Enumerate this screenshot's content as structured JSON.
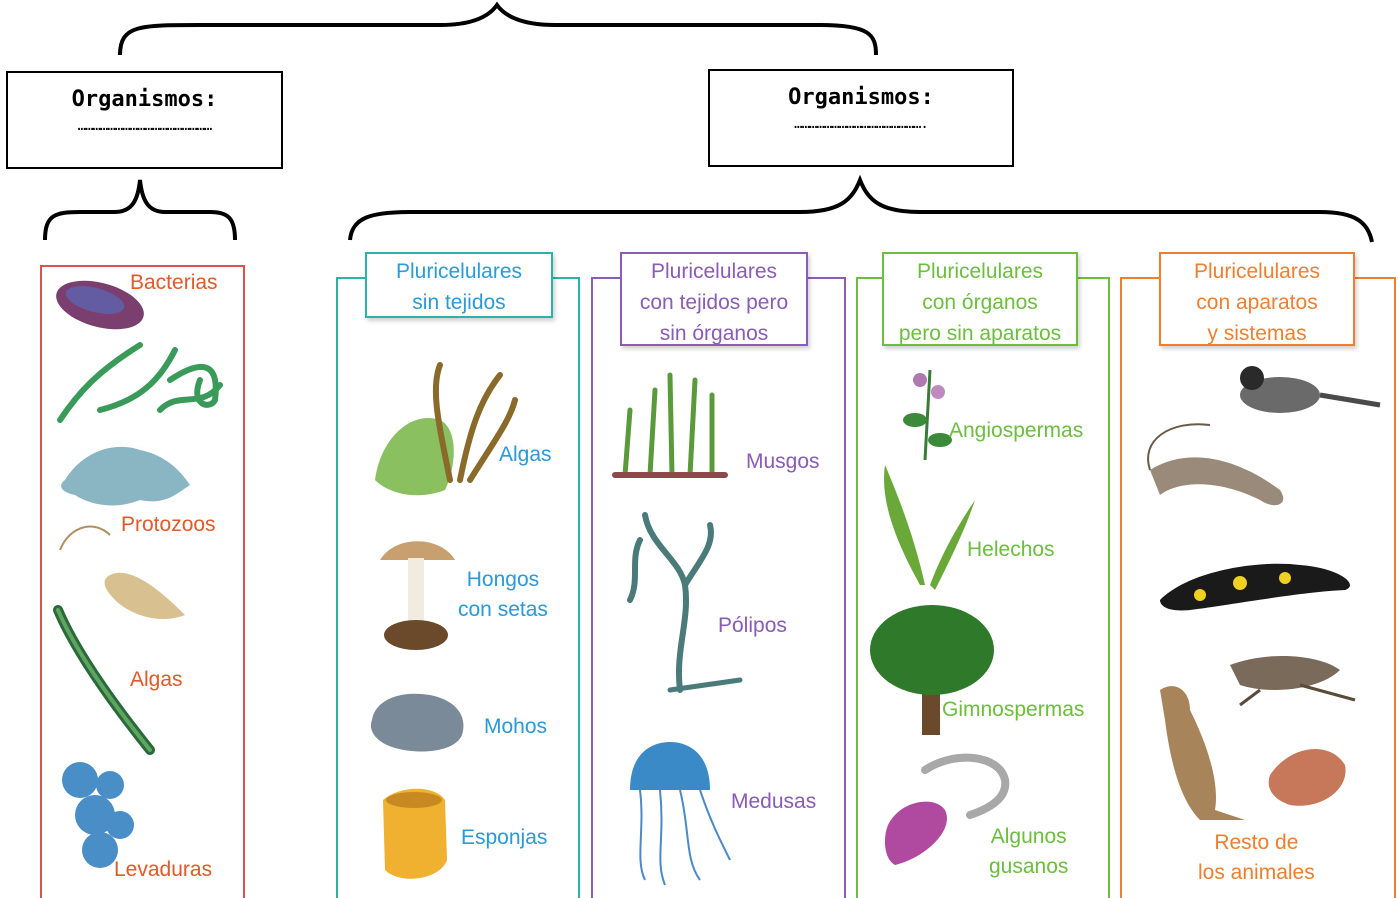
{
  "top_boxes": {
    "left": {
      "title": "Organismos:",
      "blank": "………………………………………………"
    },
    "right": {
      "title": "Organismos:",
      "blank": "…………………………………………….",
      "_": ""
    }
  },
  "unicellular": {
    "labels": [
      "Bacterias",
      "Protozoos",
      "Algas",
      "Levaduras"
    ]
  },
  "columns": [
    {
      "header": [
        "Pluricelulares",
        "sin tejidos"
      ],
      "items": [
        [
          "Algas"
        ],
        [
          "Hongos",
          "con setas"
        ],
        [
          "Mohos"
        ],
        [
          "Esponjas"
        ]
      ]
    },
    {
      "header": [
        "Pluricelulares",
        "con tejidos pero",
        "sin órganos"
      ],
      "items": [
        [
          "Musgos"
        ],
        [
          "Pólipos"
        ],
        [
          "Medusas"
        ]
      ]
    },
    {
      "header": [
        "Pluricelulares",
        "con órganos",
        "pero sin aparatos"
      ],
      "items": [
        [
          "Angiospermas"
        ],
        [
          "Helechos"
        ],
        [
          "Gimnospermas"
        ],
        [
          "Algunos",
          "gusanos"
        ]
      ]
    },
    {
      "header": [
        "Pluricelulares",
        "con aparatos",
        "y sistemas"
      ],
      "items": [
        [
          "Resto de",
          "los animales"
        ]
      ]
    }
  ],
  "colors": {
    "red": "#d9534f",
    "blue": "#2a9ad8",
    "teal": "#2bb3a6",
    "purple": "#8b5bb8",
    "green": "#6cbf3e",
    "orange": "#ef7f2e"
  }
}
